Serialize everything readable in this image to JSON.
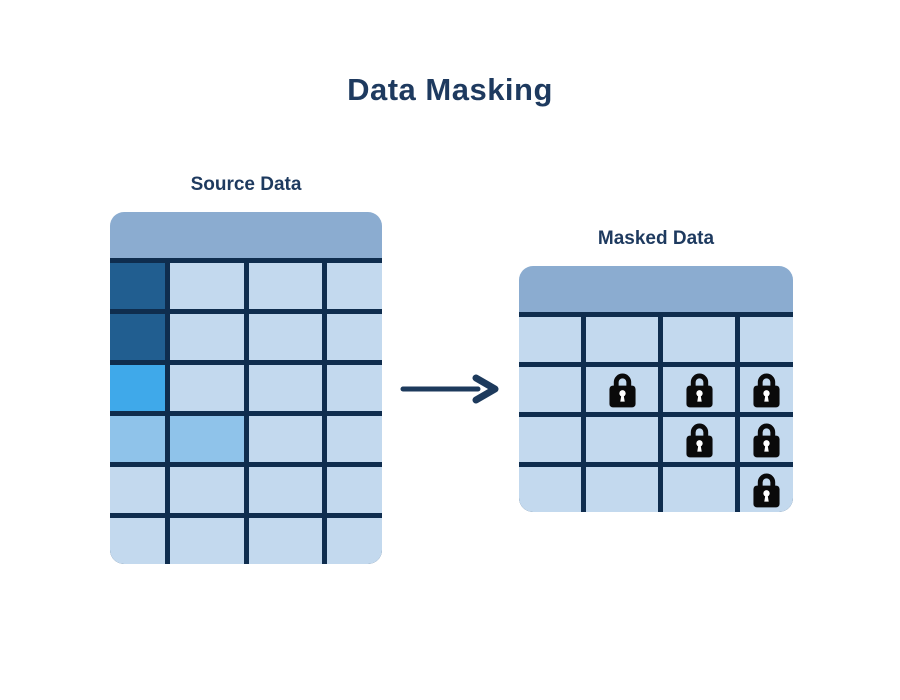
{
  "title": "Data Masking",
  "colors": {
    "background": "#ffffff",
    "title_text": "#1e3a5f",
    "label_text": "#1e3a5f",
    "grid": "#0f2d4e",
    "header": "#8bacd0",
    "light": "#c3d9ee",
    "medium": "#8fc3ea",
    "bright": "#3fa9ea",
    "dark": "#215e90",
    "arrow": "#1d3a5c",
    "lock": "#0a0a0a",
    "keyhole": "#ffffff"
  },
  "source_table": {
    "label": "Source Data",
    "columns": 4,
    "rows": 6,
    "cells": [
      [
        "dark",
        "light",
        "light",
        "light"
      ],
      [
        "dark",
        "light",
        "light",
        "light"
      ],
      [
        "bright",
        "light",
        "light",
        "light"
      ],
      [
        "medium",
        "medium",
        "light",
        "light"
      ],
      [
        "light",
        "light",
        "light",
        "light"
      ],
      [
        "light",
        "light",
        "light",
        "light"
      ]
    ]
  },
  "masked_table": {
    "label": "Masked Data",
    "columns": 4,
    "rows": 4,
    "mask_icon": "lock-icon",
    "cells": [
      [
        "empty",
        "empty",
        "empty",
        "empty"
      ],
      [
        "empty",
        "lock",
        "lock",
        "lock"
      ],
      [
        "empty",
        "empty",
        "lock",
        "lock"
      ],
      [
        "empty",
        "empty",
        "empty",
        "lock"
      ]
    ]
  },
  "arrow": {
    "direction": "right",
    "icon": "arrow-right-icon"
  }
}
